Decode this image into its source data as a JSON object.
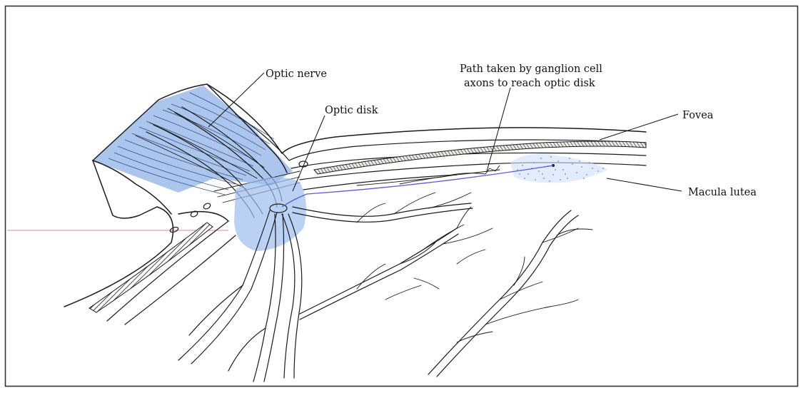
{
  "labels": {
    "optic_nerve": "Optic nerve",
    "optic_disk": "Optic disk",
    "path_line1": "Path taken by ganglion cell",
    "path_line2": "axons to reach optic disk",
    "fovea": "Fovea",
    "macula_lutea": "Macula lutea"
  },
  "colors": {
    "nerve_blue": "#8fb2e6",
    "disk_blue": "#9dbdf0",
    "macula_dots": "#5a8fd6",
    "axon_path": "#5b5bd6",
    "red_rule": "#e88a9a",
    "frame": "#333333"
  }
}
